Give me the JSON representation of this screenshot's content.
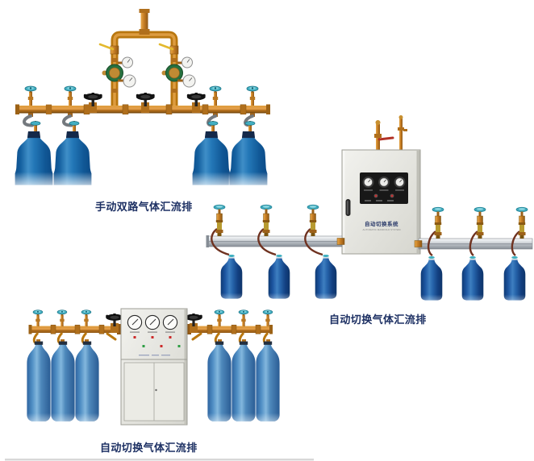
{
  "products": [
    {
      "caption": "手动双路气体汇流排",
      "type": "manual-dual-gas-manifold",
      "cylinder_count": 4
    },
    {
      "caption": "自动切换气体汇流排",
      "type": "auto-switch-gas-manifold-wall",
      "cylinder_count": 6,
      "cabinet": {
        "label": "自动切换系统",
        "sublabel": "AUTOMATIC MANIFOLD SYSTEM",
        "gauge_count": 3
      }
    },
    {
      "caption": "自动切换气体汇流排",
      "type": "auto-switch-gas-manifold-cabinet",
      "cylinder_count": 6,
      "cabinet": {
        "gauge_count": 3
      }
    }
  ],
  "colors": {
    "caption_text": "#1d3063",
    "brass_pipe": "#c67d24",
    "cylinder_blue_dark": "#0d4f8c",
    "cylinder_blue_light": "#3f8ec7",
    "valve_teal": "#43afc2",
    "regulator_green": "#1f7a45",
    "handwheel_black": "#141414",
    "rail_silver": "#aeb4bb",
    "cabinet_gray": "#e3e3dd"
  }
}
